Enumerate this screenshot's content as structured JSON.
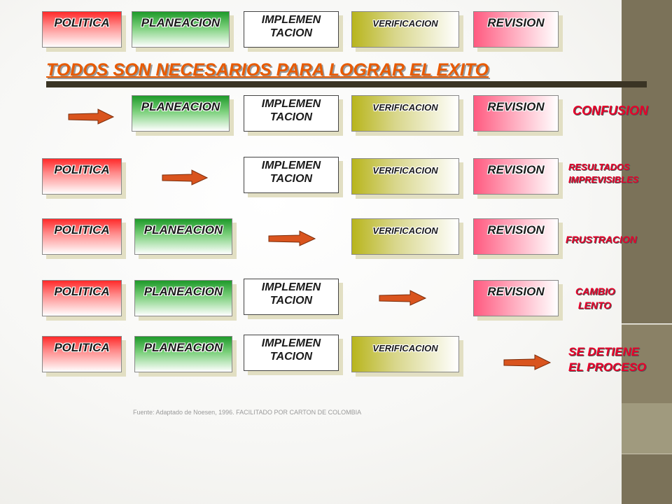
{
  "labels": {
    "politica": "POLITICA",
    "planeacion": "PLANEACION",
    "implementacion_1": "IMPLEMEN",
    "implementacion_2": "TACION",
    "verificacion": "VERIFICACION",
    "revision": "REVISION"
  },
  "title": "TODOS SON NECESARIOS PARA LOGRAR EL EXITO",
  "results": {
    "row1": "CONFUSION",
    "row2_line1": "RESULTADOS",
    "row2_line2": "IMPREVISIBLES",
    "row3": "FRUSTRACION",
    "row4_line1": "CAMBIO",
    "row4_line2": "LENTO",
    "row5_line1": "SE DETIENE",
    "row5_line2": "EL PROCESO"
  },
  "source": "Fuente: Adaptado de Noesen, 1996. FACILITADO POR CARTON DE COLOMBIA",
  "colors": {
    "politica": "#ff2a2a",
    "planeacion": "#1e9a2a",
    "verificacion": "#b8b51c",
    "revision": "#ff5a80",
    "result_text": "#e8002a",
    "title": "#e85a00",
    "arrow": "#d9541e"
  }
}
